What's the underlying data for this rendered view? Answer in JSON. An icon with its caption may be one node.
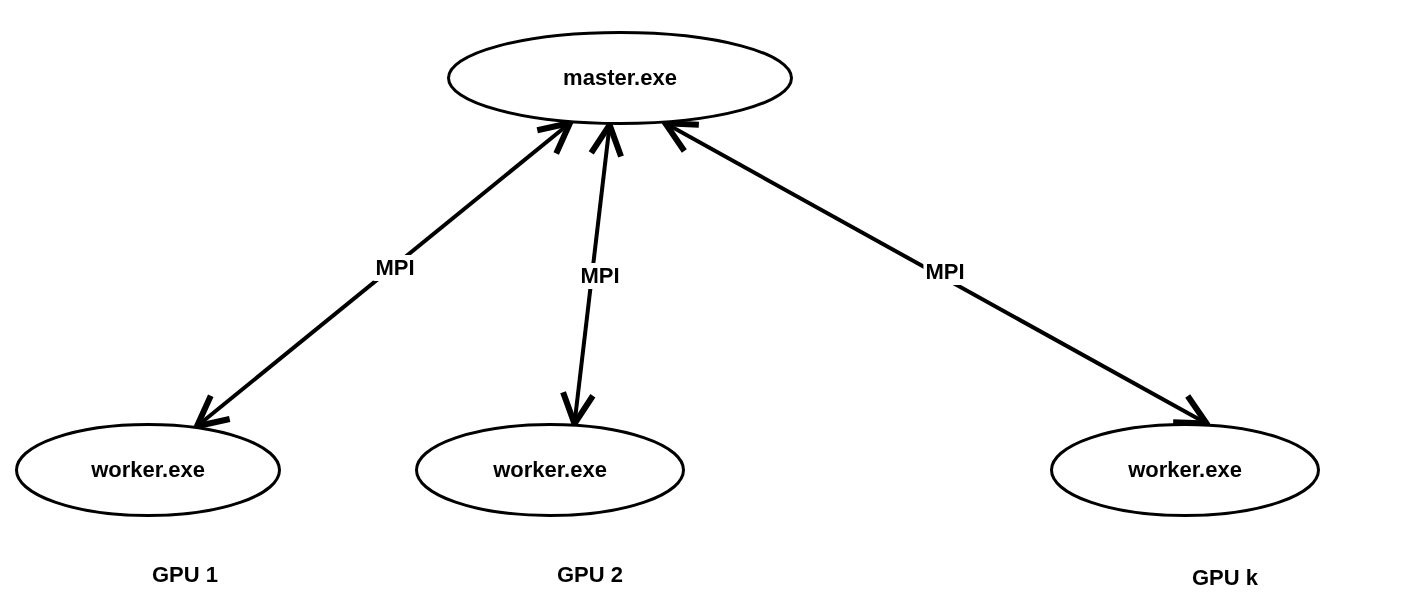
{
  "diagram": {
    "nodes": [
      {
        "text": [
          "master.exe"
        ]
      },
      {
        "text": [
          "worker.exe"
        ],
        "beside": [
          "GPU 1"
        ]
      },
      {
        "text": [
          "worker.exe"
        ],
        "beside": [
          "GPU 2"
        ]
      },
      {
        "text": [
          "worker.exe"
        ],
        "beside": [
          "GPU k"
        ]
      }
    ],
    "edges": [
      {
        "from": 0,
        "to": 1,
        "arrow": "both",
        "label": "MPI"
      },
      {
        "from": 0,
        "to": 2,
        "arrow": "both",
        "label": "MPI"
      },
      {
        "from": 0,
        "to": 3,
        "arrow": "both",
        "label": "MPI"
      }
    ]
  }
}
